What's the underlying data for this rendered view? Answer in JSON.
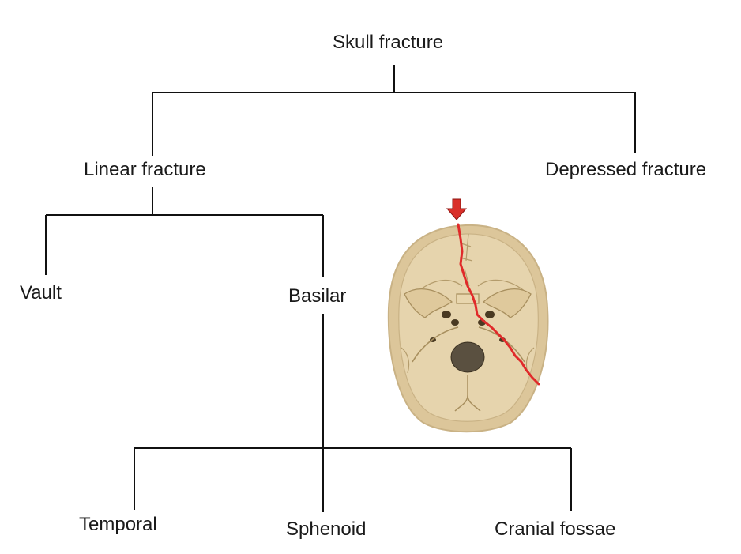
{
  "diagram": {
    "root": "Skull fracture",
    "level1": {
      "left": "Linear fracture",
      "right": "Depressed fracture"
    },
    "level2": {
      "left": "Vault",
      "right": "Basilar"
    },
    "level3": {
      "left": "Temporal",
      "middle": "Sphenoid",
      "right": "Cranial fossae"
    }
  },
  "illustration": {
    "subject": "skull-base-illustration",
    "bone_color": "#e6d4ad",
    "outline_color": "#c9b285",
    "fracture_color": "#e02a2a",
    "arrow_color": "#d9302a"
  }
}
